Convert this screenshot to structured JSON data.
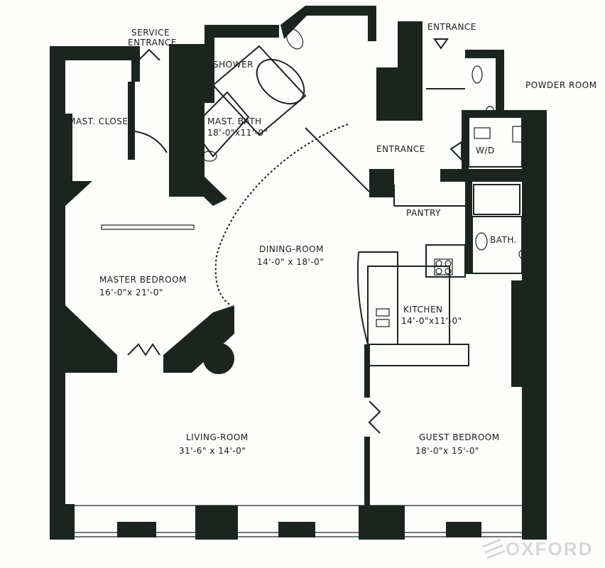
{
  "rooms": {
    "service_entrance": [
      "SERVICE",
      "ENTRANCE"
    ],
    "shower": "SHOWER",
    "mast_closet": "MAST. CLOSET",
    "mast_bath": {
      "name": "MAST. BATH",
      "size": "18'-0\"x11'-0\""
    },
    "entrance_top": "ENTRANCE",
    "powder_room": "POWDER ROOM",
    "entrance": "ENTRANCE",
    "wd": "W/D",
    "pantry": "PANTRY",
    "bath": "BATH.",
    "dining": {
      "name": "DINING-ROOM",
      "size": "14'-0\" x 18'-0\""
    },
    "master_bedroom": {
      "name": "MASTER BEDROOM",
      "size": "16'-0\"x 21'-0\""
    },
    "kitchen": {
      "name": "KITCHEN",
      "size": "14'-0\"x11'-0\""
    },
    "living": {
      "name": "LIVING-ROOM",
      "size": "31'-6\" x 14'-0\""
    },
    "guest_bedroom": {
      "name": "GUEST BEDROOM",
      "size": "18'-0\"x 15'-0\""
    }
  },
  "watermark": "OXFORD"
}
